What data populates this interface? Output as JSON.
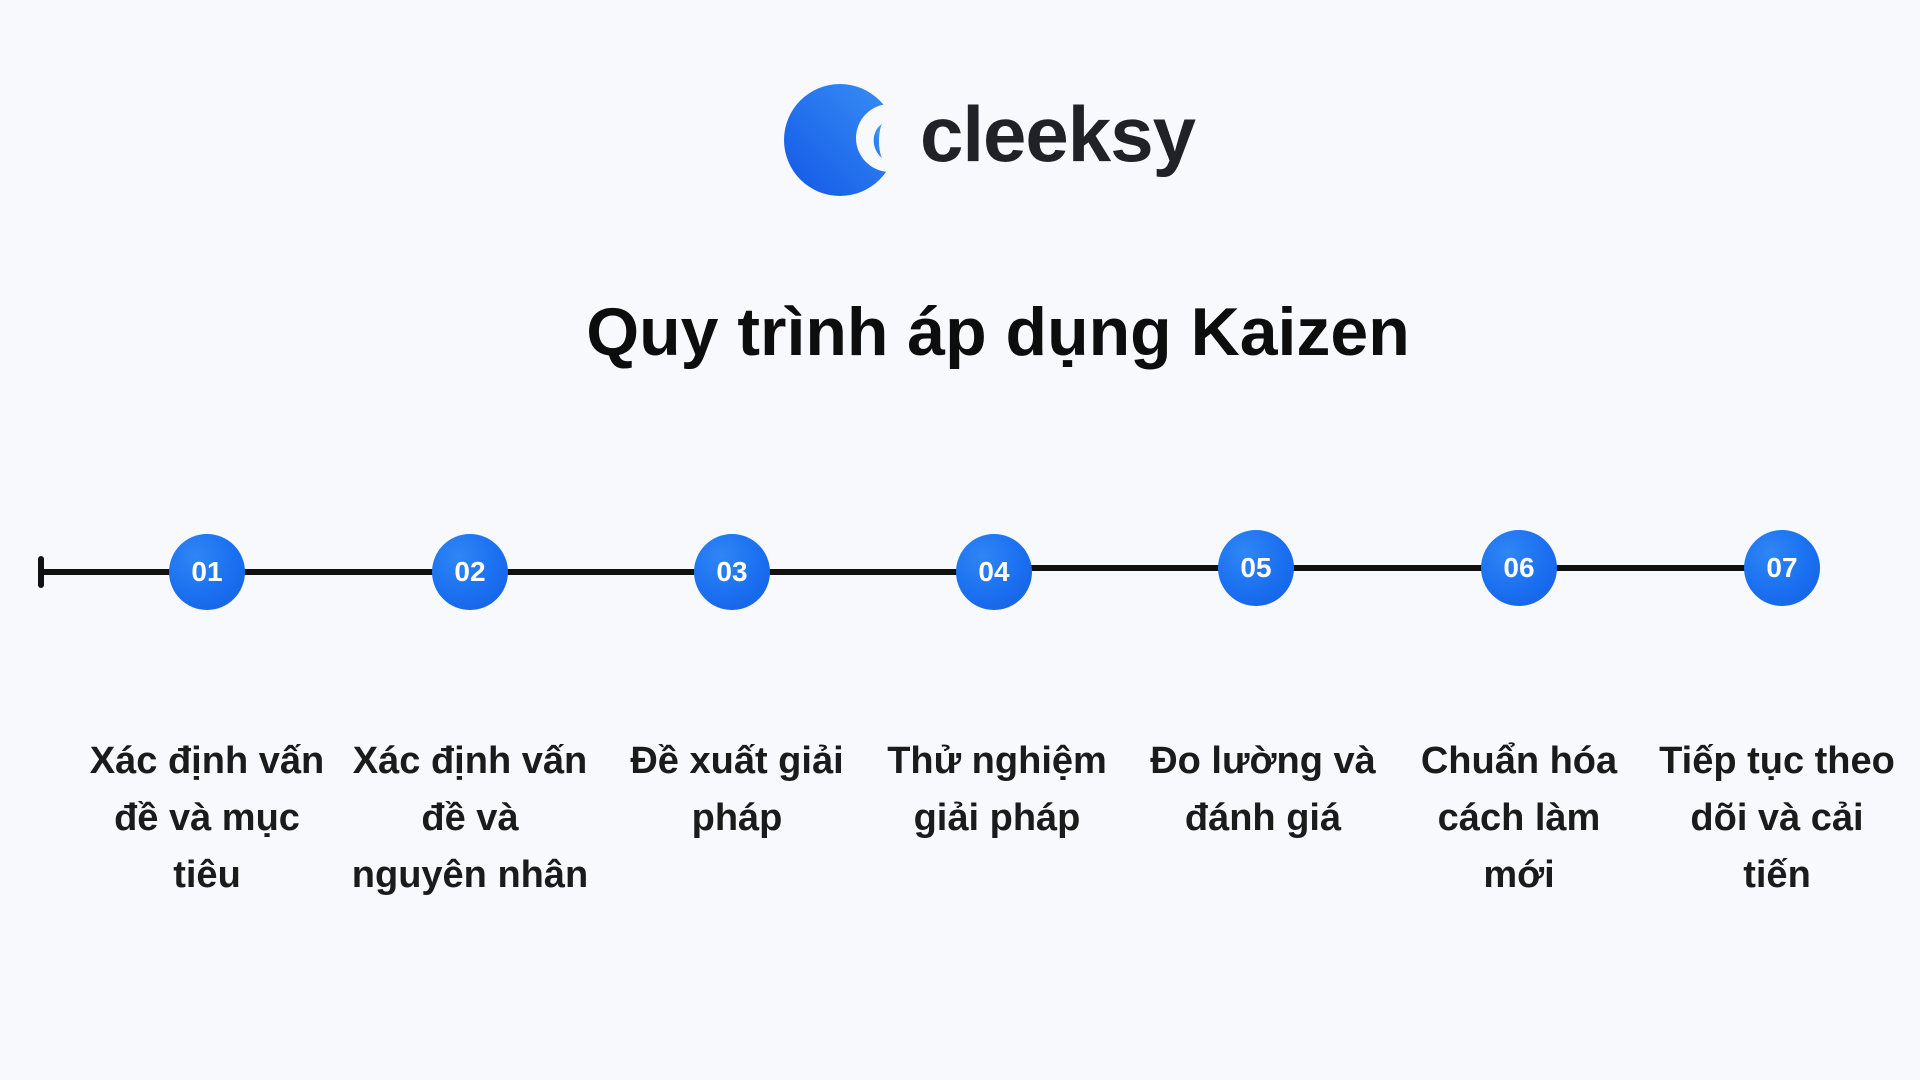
{
  "brand": {
    "name": "cleeksy",
    "logo_icon": "cleeksy-crescent-logo-icon",
    "accent_color": "#1a6ff0"
  },
  "title": "Quy trình áp dụng Kaizen",
  "timeline": {
    "line_color": "#111111",
    "steps": [
      {
        "number": "01",
        "label": "Xác định vấn đề và mục tiêu"
      },
      {
        "number": "02",
        "label": "Xác định vấn đề và nguyên nhân"
      },
      {
        "number": "03",
        "label": "Đề xuất giải pháp"
      },
      {
        "number": "04",
        "label": "Thử nghiệm giải pháp"
      },
      {
        "number": "05",
        "label": "Đo lường và đánh giá"
      },
      {
        "number": "06",
        "label": "Chuẩn hóa cách làm mới"
      },
      {
        "number": "07",
        "label": "Tiếp tục theo dõi và cải tiến"
      }
    ]
  }
}
